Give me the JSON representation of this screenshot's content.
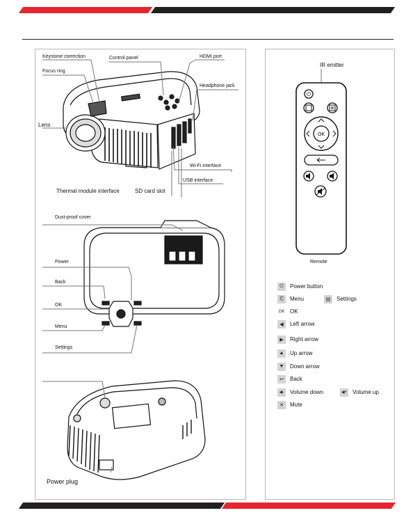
{
  "top_diagram": {
    "keystone": "Keystone correction",
    "control_panel": "Control panel",
    "hdmi": "HDMI port",
    "focus": "Focus ring",
    "headphone": "Headphone jack",
    "lens": "Lens",
    "wifi": "Wi-Fi interface",
    "usb": "USB interface",
    "thermal": "Thermal module interface",
    "sd": "SD card slot"
  },
  "middle_diagram": {
    "dust": "Dust-proof cover",
    "power": "Power",
    "back": "Back",
    "ok": "OK",
    "menu": "Menu",
    "settings": "Settings"
  },
  "bottom_diagram": {
    "power_plug": "Power plug"
  },
  "remote": {
    "ir_emitter": "IR emitter",
    "caption": "Remote",
    "ok_glyph": "OK"
  },
  "legend": [
    {
      "icon": "power-icon",
      "glyph": "⏻",
      "label": "Power button"
    },
    {
      "icon": "menu-icon",
      "glyph": "⎗",
      "label": "Menu"
    },
    {
      "icon": "settings-icon",
      "glyph": "▤",
      "label": "Settings"
    },
    {
      "icon": "ok-icon",
      "glyph": "OK",
      "label": "OK"
    },
    {
      "icon": "left-arrow-icon",
      "glyph": "◀",
      "label": "Left arrow"
    },
    {
      "icon": "right-arrow-icon",
      "glyph": "▶",
      "label": "Right arrow"
    },
    {
      "icon": "up-arrow-icon",
      "glyph": "▲",
      "label": "Up arrow"
    },
    {
      "icon": "down-arrow-icon",
      "glyph": "▼",
      "label": "Down arrow"
    },
    {
      "icon": "back-icon",
      "glyph": "↩",
      "label": "Back"
    },
    {
      "icon": "volume-down-icon",
      "glyph": "◀-",
      "label": "Volume down"
    },
    {
      "icon": "volume-up-icon",
      "glyph": "◀+",
      "label": "Volume up"
    },
    {
      "icon": "mute-icon",
      "glyph": "✕",
      "label": "Mute"
    }
  ],
  "colors": {
    "accent_red": "#e5252f",
    "bar_dark": "#231f20",
    "icon_bg": "#d4d4d4"
  }
}
